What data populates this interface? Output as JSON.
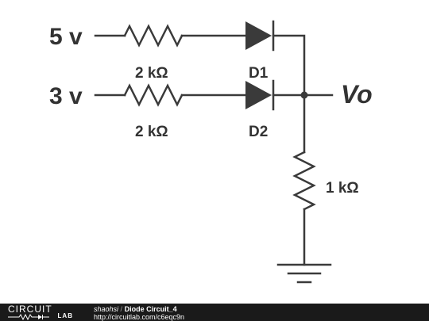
{
  "schematic": {
    "sources": [
      {
        "label": "5 v"
      },
      {
        "label": "3 v"
      }
    ],
    "resistors": [
      {
        "label": "2 kΩ"
      },
      {
        "label": "2 kΩ"
      },
      {
        "label": "1 kΩ"
      }
    ],
    "diodes": [
      {
        "label": "D1"
      },
      {
        "label": "D2"
      }
    ],
    "output_label": "Vo"
  },
  "footer": {
    "logo_top": "CIRCUIT",
    "logo_bottom": "LAB",
    "user": "shaohsi",
    "separator": "/",
    "title": "Diode Circuit_4",
    "url": "http://circuitlab.com/c6eqc9n"
  },
  "colors": {
    "wire": "#3a3a3a",
    "label": "#333333",
    "footer_bg": "#1a1a1a"
  }
}
